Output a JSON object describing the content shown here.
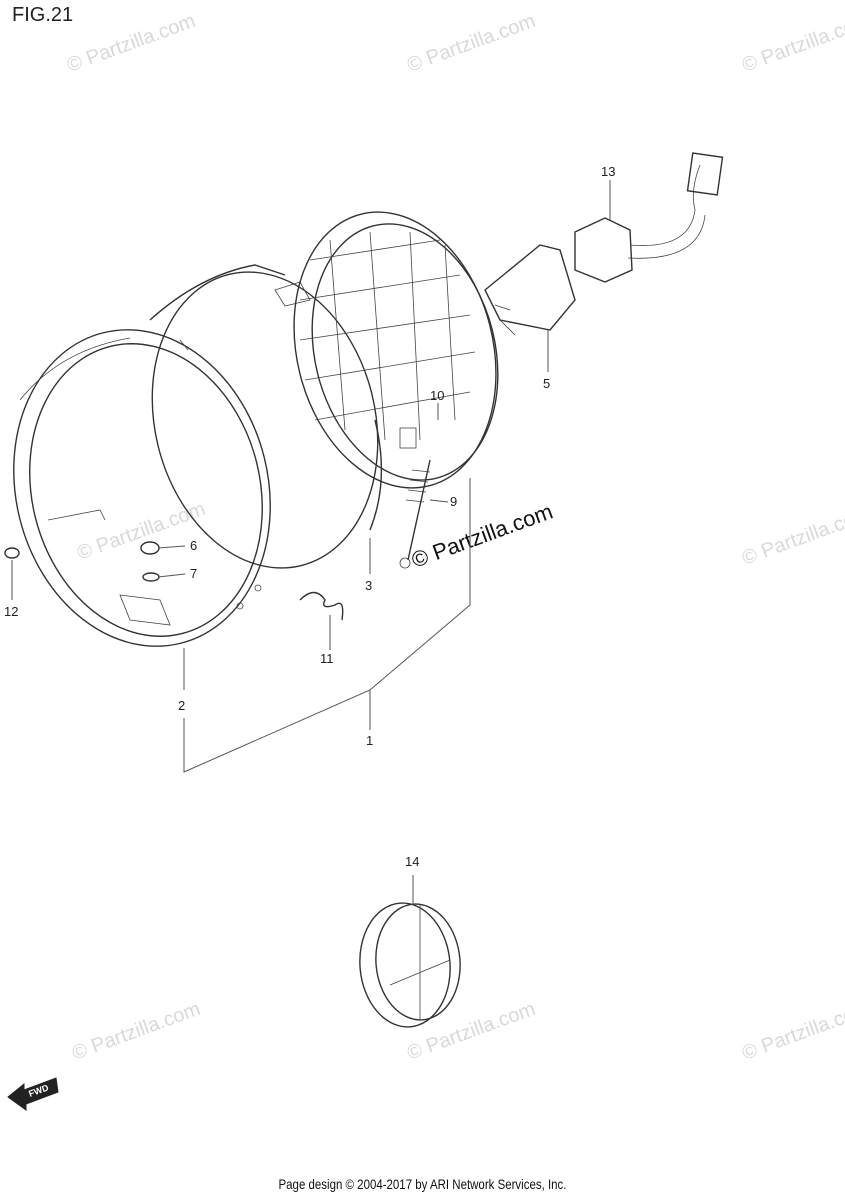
{
  "figure_title": "FIG.21",
  "watermark_text": "© Partzilla.com",
  "footer_text": "Page design © 2004-2017 by ARI Network Services, Inc.",
  "forward_arrow_label": "FWD",
  "callouts": [
    "1",
    "2",
    "3",
    "5",
    "6",
    "7",
    "9",
    "10",
    "11",
    "12",
    "13",
    "14"
  ],
  "icons": {
    "forward_arrow": "forward-arrow-icon"
  },
  "colors": {
    "line": "#333333",
    "watermark": "#d9d9d9",
    "background": "#ffffff"
  }
}
